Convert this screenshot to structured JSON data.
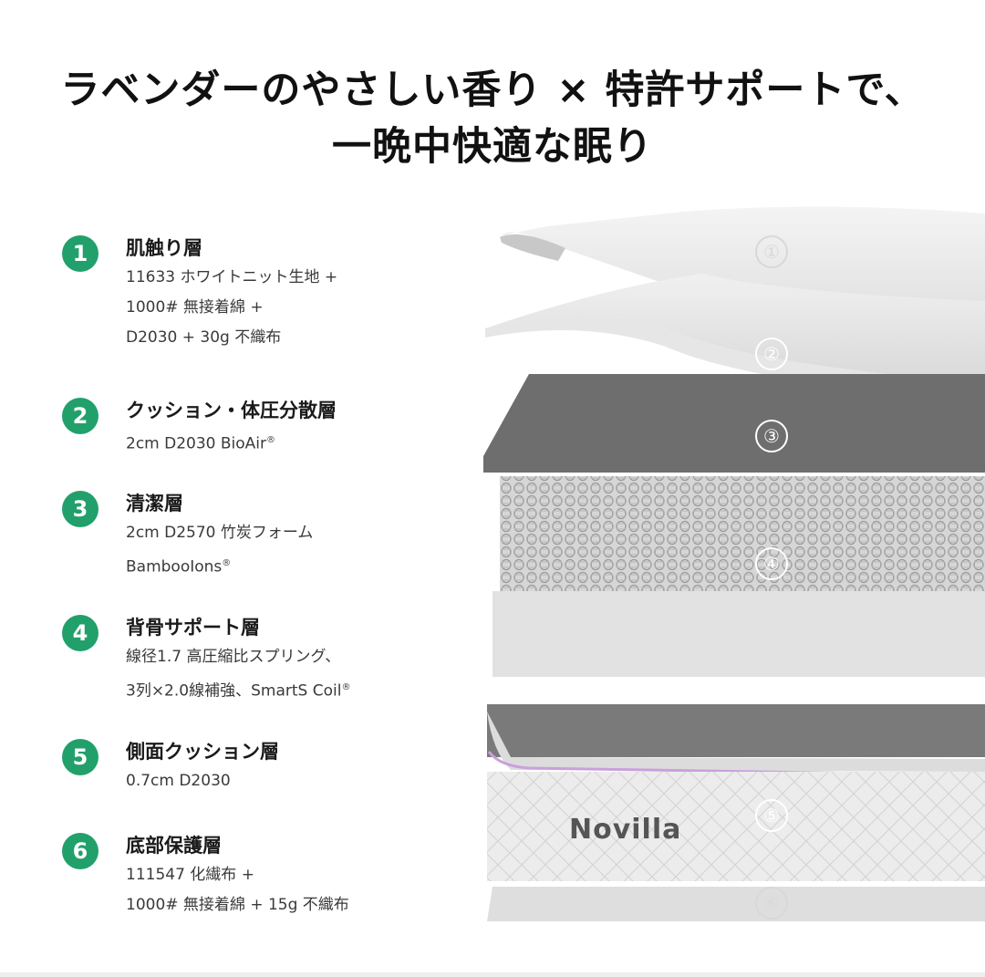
{
  "title": {
    "line1": "ラベンダーのやさしい香り × 特許サポートで、",
    "line2": "一晩中快適な眠り"
  },
  "layers": [
    {
      "num": "1",
      "name": "肌触り層",
      "specs": [
        "11633 ホワイトニット生地 +",
        "1000# 無接着綿 +",
        "D2030 + 30g 不織布"
      ]
    },
    {
      "num": "2",
      "name": "クッション・体圧分散層",
      "specs": [
        "2cm D2030 BioAir"
      ]
    },
    {
      "num": "3",
      "name": "清潔層",
      "specs": [
        "2cm D2570 竹炭フォーム",
        "BambooIons"
      ]
    },
    {
      "num": "4",
      "name": "背骨サポート層",
      "specs": [
        "線径1.7 高圧縮比スプリング、",
        "3列×2.0線補強、SmartS Coil"
      ]
    },
    {
      "num": "5",
      "name": "側面クッション層",
      "specs": [
        "0.7cm D2030"
      ]
    },
    {
      "num": "6",
      "name": "底部保護層",
      "specs": [
        "111547 化繊布 +",
        "1000# 無接着綿 + 15g 不織布"
      ]
    }
  ],
  "registered_mark": "®",
  "markers": [
    "①",
    "②",
    "③",
    "④",
    "⑤",
    "⑥"
  ],
  "brand": "Novilla",
  "colors": {
    "accent": "#22a06b",
    "foam_dark": "#6e6e6e",
    "lavender": "#c9a0dc"
  }
}
